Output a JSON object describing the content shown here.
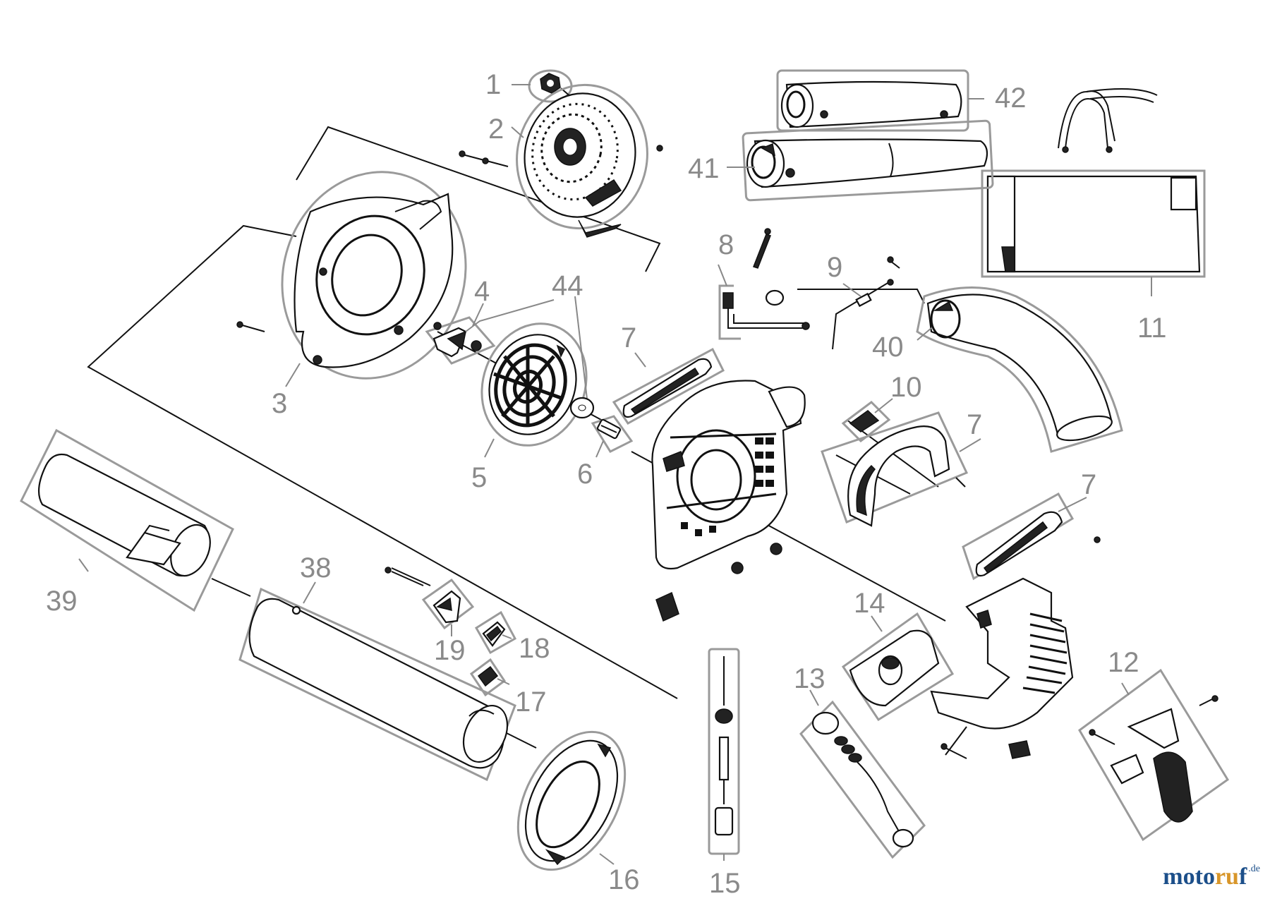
{
  "diagram": {
    "part_numbers": [
      "1",
      "2",
      "3",
      "4",
      "44",
      "5",
      "6",
      "7",
      "7",
      "7",
      "8",
      "9",
      "10",
      "11",
      "12",
      "13",
      "14",
      "15",
      "16",
      "17",
      "18",
      "19",
      "38",
      "39",
      "40",
      "41",
      "42"
    ]
  },
  "watermark": {
    "part1": "moto",
    "part2": "ru",
    "part3": "f",
    "suffix": ".de",
    "colors": {
      "primary": "#1c4f8a",
      "accent": "#d8962a"
    }
  }
}
